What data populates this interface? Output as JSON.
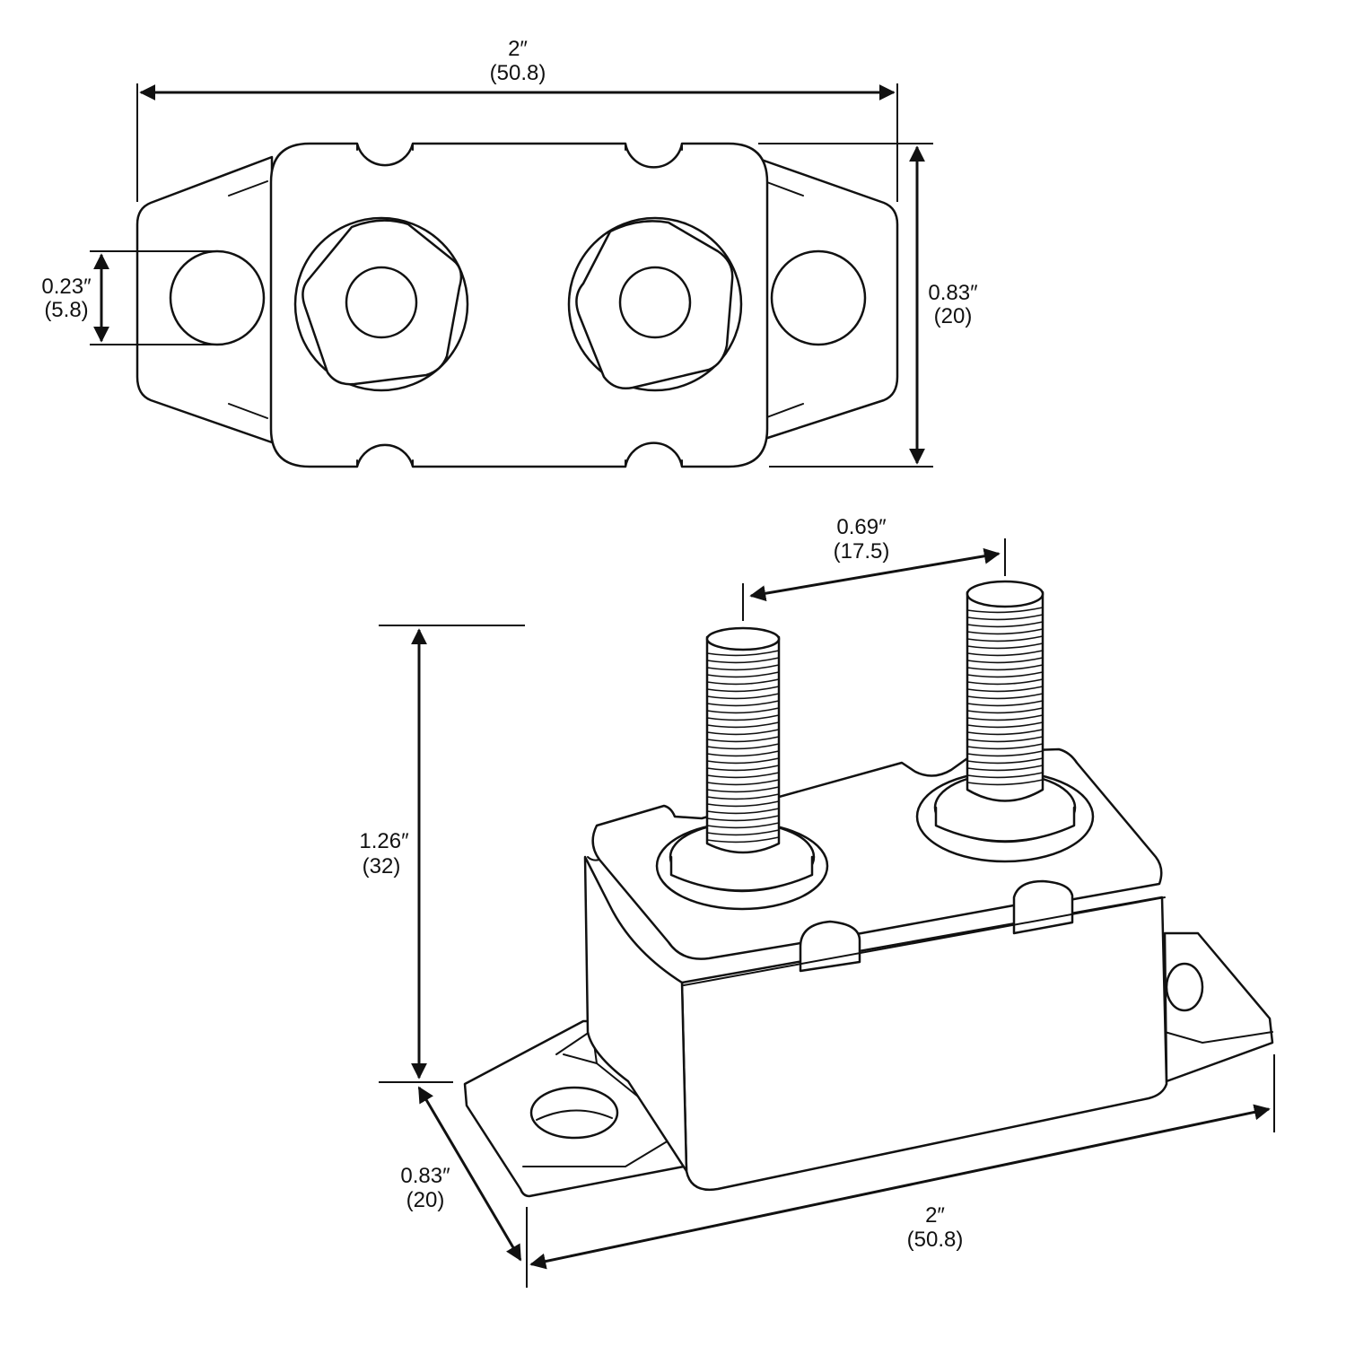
{
  "diagram": {
    "line_color": "#111111",
    "background_color": "#ffffff",
    "top_view": {
      "overall_length": {
        "inch": "2″",
        "mm": "(50.8)"
      },
      "mount_hole_diameter": {
        "inch": "0.23″",
        "mm": "(5.8)"
      },
      "width": {
        "inch": "0.83″",
        "mm": "(20)"
      }
    },
    "iso_view": {
      "stud_spacing": {
        "inch": "0.69″",
        "mm": "(17.5)"
      },
      "height": {
        "inch": "1.26″",
        "mm": "(32)"
      },
      "width": {
        "inch": "0.83″",
        "mm": "(20)"
      },
      "length": {
        "inch": "2″",
        "mm": "(50.8)"
      }
    }
  }
}
